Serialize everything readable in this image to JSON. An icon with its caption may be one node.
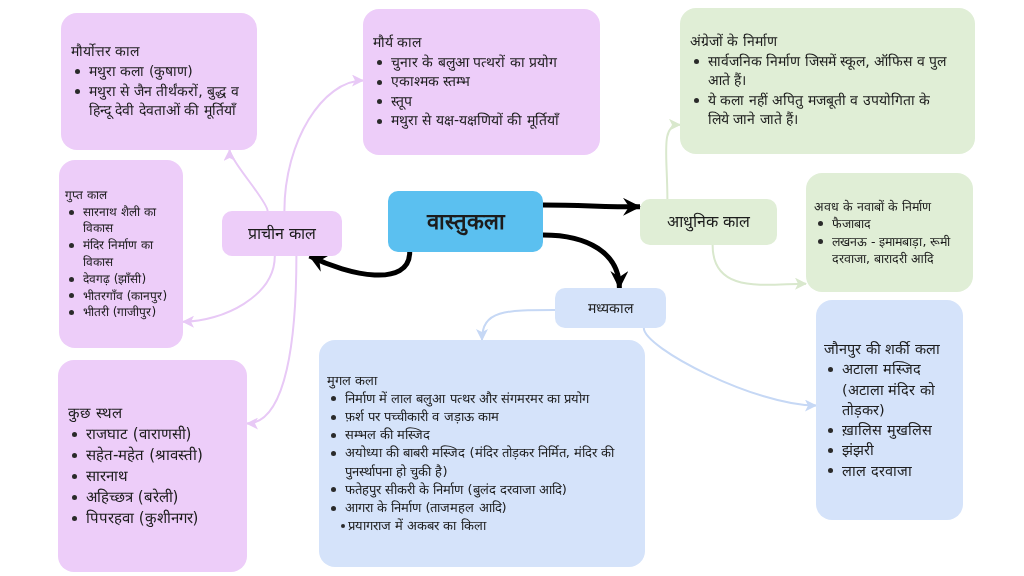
{
  "diagram": {
    "nodes": [
      {
        "text": [
          "वास्तुकला"
        ]
      },
      {
        "text": [
          "प्राचीन काल"
        ]
      },
      {
        "text": [
          "मौर्योत्तर काल",
          "मथुरा कला (कुषाण)",
          "मथुरा से जैन तीर्थंकरों, बुद्ध व हिन्दू देवी देवताओं की मूर्तियाँ"
        ]
      },
      {
        "text": [
          "गुप्त काल",
          "सारनाथ शैली का विकास",
          "मंदिर निर्माण का विकास",
          "देवगढ़ (झाँसी)",
          "भीतरगाँव (कानपुर)",
          "भीतरी (गाजीपुर)"
        ]
      },
      {
        "text": [
          "कुछ स्थल",
          "राजघाट (वाराणसी)",
          "सहेत-महेत (श्रावस्ती)",
          "सारनाथ",
          "अहिच्छत्र (बरेली)",
          "पिपरहवा (कुशीनगर)"
        ]
      },
      {
        "text": [
          "मौर्य काल",
          "चुनार के बलुआ पत्थरों का प्रयोग",
          "एकाश्मक स्तम्भ",
          "स्तूप",
          "मथुरा से यक्ष-यक्षणियों की मूर्तियाँ"
        ]
      },
      {
        "text": [
          "आधुनिक काल"
        ]
      },
      {
        "text": [
          "अंग्रेजों के निर्माण",
          "सार्वजनिक निर्माण जिसमें स्कूल, ऑफिस व पुल आते हैं।",
          "ये कला नहीं अपितु मजबूती व उपयोगिता के लिये जाने जाते हैं।"
        ]
      },
      {
        "text": [
          "अवध के नवाबों के निर्माण",
          "फैजाबाद",
          "लखनऊ - इमामबाड़ा, रूमी दरवाजा, बारादरी आदि"
        ]
      },
      {
        "text": [
          "मध्यकाल"
        ]
      },
      {
        "text": [
          "मुगल कला",
          "निर्माण में लाल बलुआ पत्थर और संगमरमर का प्रयोग",
          "फ़र्श पर पच्चीकारी व जड़ाऊ काम",
          "सम्भल की मस्जिद",
          "अयोध्या की बाबरी मस्जिद (मंदिर तोड़कर निर्मित, मंदिर की पुनर्स्थापना हो चुकी है)",
          "फतेहपुर सीकरी के निर्माण (बुलंद दरवाजा आदि)",
          "आगरा के निर्माण (ताजमहल आदि)",
          "प्रयागराज में अकबर का किला"
        ]
      },
      {
        "text": [
          "जौनपुर की शर्की कला",
          "अटाला मस्जिद (अटाला मंदिर को तोड़कर)",
          "ख़ालिस मुखलिस",
          "झंझरी",
          "लाल दरवाजा"
        ]
      }
    ],
    "edges": [
      {
        "from": 0,
        "to": 1,
        "arrow": "to",
        "style": "thick",
        "color": "#000000"
      },
      {
        "from": 0,
        "to": 6,
        "arrow": "to",
        "style": "thick",
        "color": "#000000"
      },
      {
        "from": 0,
        "to": 9,
        "arrow": "to",
        "style": "thick",
        "color": "#000000"
      },
      {
        "from": 1,
        "to": 2,
        "arrow": "to"
      },
      {
        "from": 1,
        "to": 5,
        "arrow": "to"
      },
      {
        "from": 1,
        "to": 3,
        "arrow": "to"
      },
      {
        "from": 1,
        "to": 4,
        "arrow": "to"
      },
      {
        "from": 6,
        "to": 7,
        "arrow": "to",
        "color": "#d9e8cd"
      },
      {
        "from": 6,
        "to": 8,
        "arrow": "to",
        "color": "#d9e8cd"
      },
      {
        "from": 9,
        "to": 10,
        "arrow": "to",
        "color": "#c6d8f5"
      },
      {
        "from": 9,
        "to": 11,
        "arrow": "to",
        "color": "#c6d8f5"
      }
    ]
  }
}
